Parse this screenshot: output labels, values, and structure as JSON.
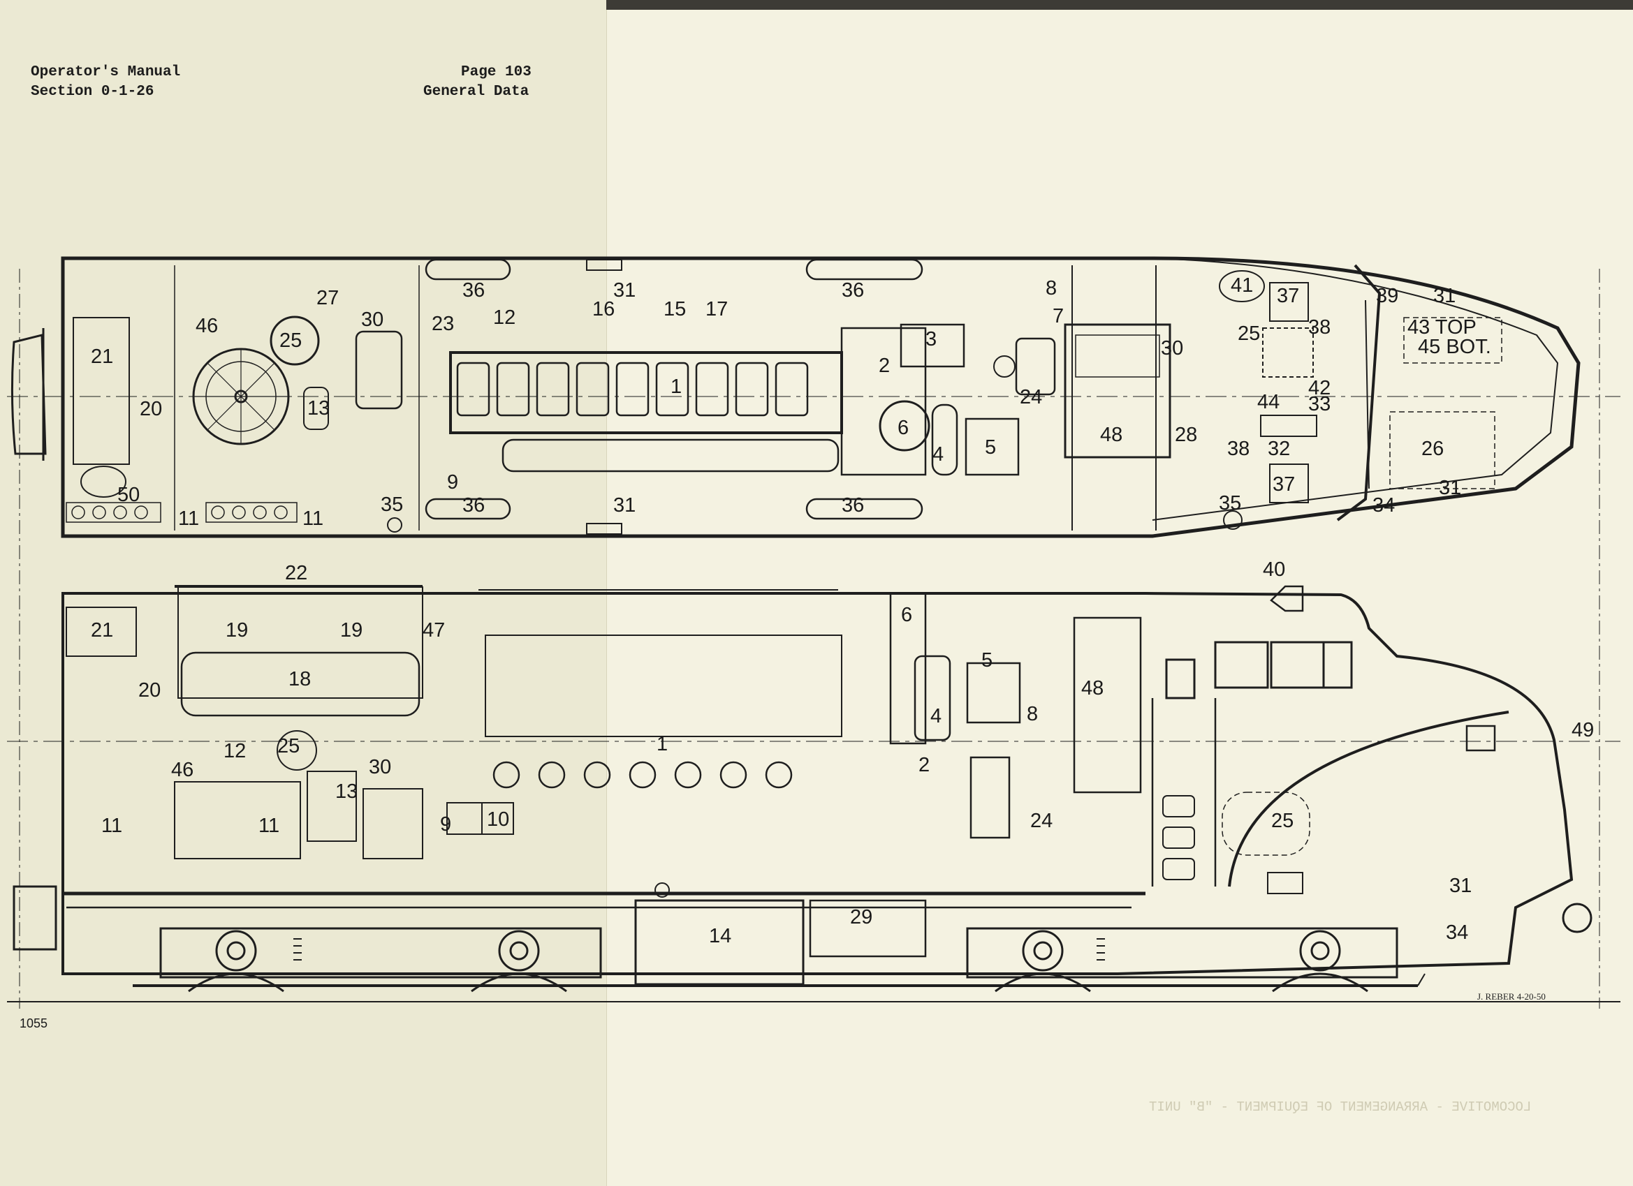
{
  "header": {
    "left_line1": "Operator's Manual",
    "left_line2": "Section 0-1-26",
    "right_line1": "Page 103",
    "right_line2": "General Data"
  },
  "figure_number": "1055",
  "signature": "J. REBER 4-20-50",
  "plan_view_labels": [
    "21",
    "20",
    "50",
    "11",
    "11",
    "46",
    "27",
    "25",
    "13",
    "30",
    "23",
    "12",
    "36",
    "31",
    "16",
    "15",
    "17",
    "1",
    "3",
    "2",
    "6",
    "4",
    "5",
    "9",
    "35",
    "36",
    "31",
    "36",
    "8",
    "7",
    "24",
    "30",
    "48",
    "28",
    "41",
    "25",
    "37",
    "38",
    "39",
    "31",
    "43 TOP",
    "45 BOT.",
    "42",
    "33",
    "44",
    "32",
    "38",
    "37",
    "35",
    "26",
    "34",
    "31"
  ],
  "elevation_labels": [
    "22",
    "21",
    "19",
    "19",
    "47",
    "18",
    "20",
    "12",
    "25",
    "46",
    "11",
    "11",
    "13",
    "30",
    "9",
    "10",
    "6",
    "5",
    "1",
    "4",
    "2",
    "8",
    "48",
    "24",
    "40",
    "25",
    "49",
    "31",
    "34",
    "14",
    "29"
  ],
  "mirrored_text": "LOCOMOTIVE - ARRANGEMENT OF EQUIPMENT - \"B\" UNIT"
}
